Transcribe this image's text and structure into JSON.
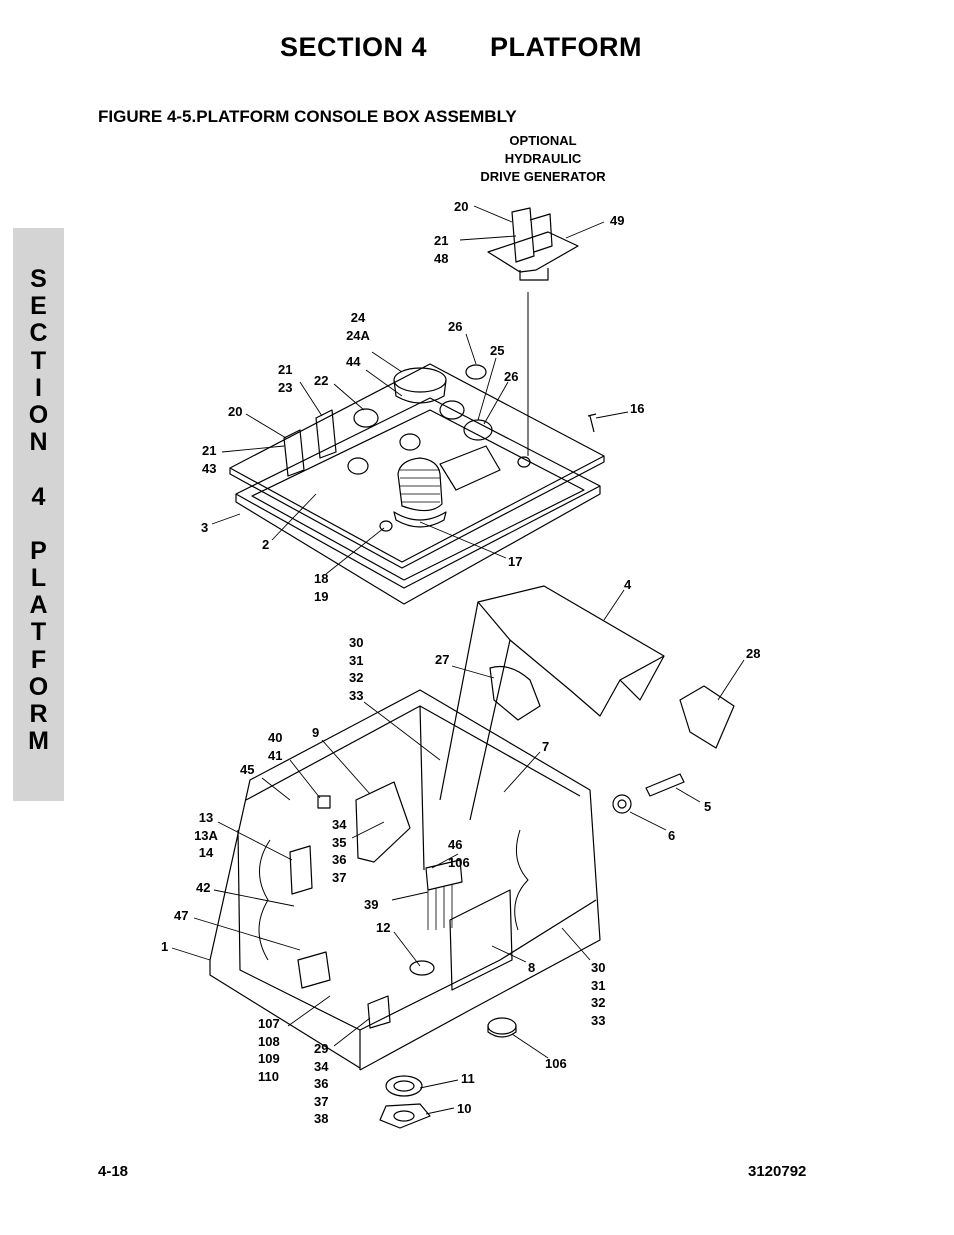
{
  "header": {
    "section": "SECTION 4",
    "title": "PLATFORM"
  },
  "figure_title": "FIGURE 4-5.PLATFORM CONSOLE BOX ASSEMBLY",
  "side_tab": [
    "S",
    "E",
    "C",
    "T",
    "I",
    "O",
    "N",
    "",
    "4",
    "",
    "P",
    "L",
    "A",
    "T",
    "F",
    "O",
    "R",
    "M"
  ],
  "optional_note": [
    "OPTIONAL",
    "HYDRAULIC",
    "DRIVE GENERATOR"
  ],
  "callouts": {
    "c20_top": [
      "20"
    ],
    "c21_48": [
      "21",
      "48"
    ],
    "c49": [
      "49"
    ],
    "c24": [
      "24",
      "24A"
    ],
    "c26a": [
      "26"
    ],
    "c25": [
      "25"
    ],
    "c26b": [
      "26"
    ],
    "c44": [
      "44"
    ],
    "c21_23": [
      "21",
      "23"
    ],
    "c22": [
      "22"
    ],
    "c20": [
      "20"
    ],
    "c16": [
      "16"
    ],
    "c21_43": [
      "21",
      "43"
    ],
    "c3": [
      "3"
    ],
    "c2": [
      "2"
    ],
    "c17": [
      "17"
    ],
    "c18_19": [
      "18",
      "19"
    ],
    "c4": [
      "4"
    ],
    "c28": [
      "28"
    ],
    "c30_33a": [
      "30",
      "31",
      "32",
      "33"
    ],
    "c27": [
      "27"
    ],
    "c40_41": [
      "40",
      "41"
    ],
    "c9": [
      "9"
    ],
    "c7": [
      "7"
    ],
    "c45": [
      "45"
    ],
    "c5": [
      "5"
    ],
    "c13": [
      "13",
      "13A",
      "14"
    ],
    "c34_37": [
      "34",
      "35",
      "36",
      "37"
    ],
    "c6": [
      "6"
    ],
    "c46_106": [
      "46",
      "106"
    ],
    "c42": [
      "42"
    ],
    "c39": [
      "39"
    ],
    "c47": [
      "47"
    ],
    "c12": [
      "12"
    ],
    "c1": [
      "1"
    ],
    "c8": [
      "8"
    ],
    "c30_33b": [
      "30",
      "31",
      "32",
      "33"
    ],
    "c107_110": [
      "107",
      "108",
      "109",
      "110"
    ],
    "c29_38": [
      "29",
      "34",
      "36",
      "37",
      "38"
    ],
    "c106": [
      "106"
    ],
    "c11": [
      "11"
    ],
    "c10": [
      "10"
    ]
  },
  "footer": {
    "page": "4-18",
    "doc_number": "3120792"
  }
}
